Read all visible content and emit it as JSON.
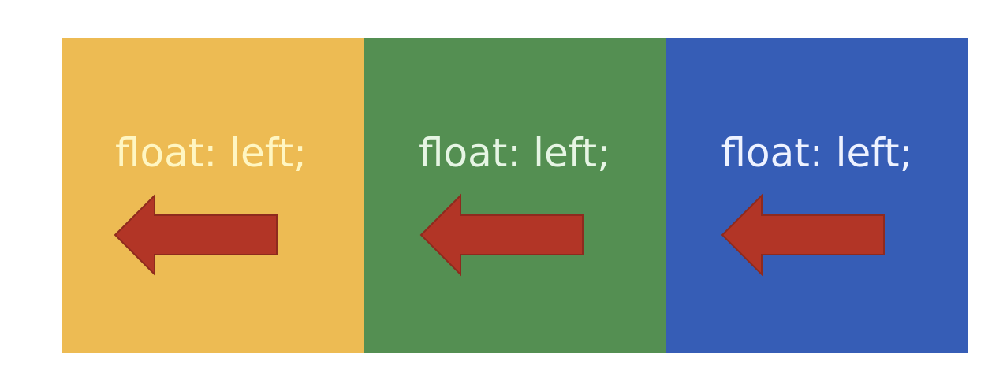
{
  "boxes": [
    {
      "label": "float: left;",
      "bg_color": "#EDBB53",
      "text_color": "#FFF6C2",
      "arrow": "left-arrow-icon"
    },
    {
      "label": "float: left;",
      "bg_color": "#548F52",
      "text_color": "#E6F5E4",
      "arrow": "left-arrow-icon"
    },
    {
      "label": "float: left;",
      "bg_color": "#365DB6",
      "text_color": "#EEF2FF",
      "arrow": "left-arrow-icon"
    }
  ],
  "arrow_color": "#B23526",
  "arrow_stroke": "#8E2A1E",
  "page_bg": "#FFFFFF"
}
